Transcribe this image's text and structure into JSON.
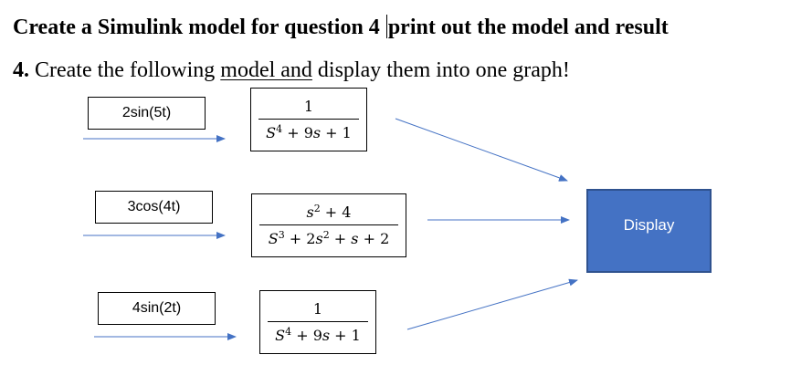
{
  "heading": {
    "part1": "Create a Simulink model for question 4",
    "part2": "print out the model and result"
  },
  "question": {
    "number": "4.",
    "text_pre": " Create the following ",
    "text_underlined": "model and",
    "text_post": " display them into one graph!"
  },
  "sources": [
    {
      "label": "2sin(5t)"
    },
    {
      "label": "3cos(4t)"
    },
    {
      "label": "4sin(2t)"
    }
  ],
  "transfer_functions": [
    {
      "numerator": "1",
      "denominator": {
        "t1": "S",
        "e1": "4",
        "t2": " + 9",
        "v2": "s",
        "t3": " + 1"
      }
    },
    {
      "numerator": {
        "v1": "s",
        "e1": "2",
        "t2": " + 4"
      },
      "denominator": {
        "t1": "S",
        "e1": "3",
        "t2": " + 2",
        "v2": "s",
        "e2": "2",
        "t3": " + ",
        "v3": "s",
        "t4": " + 2"
      }
    },
    {
      "numerator": "1",
      "denominator": {
        "t1": "S",
        "e1": "4",
        "t2": " + 9",
        "v2": "s",
        "t3": " + 1"
      }
    }
  ],
  "display": {
    "label": "Display"
  },
  "colors": {
    "arrow": "#4472c4",
    "display_fill": "#4472c4",
    "display_border": "#2f528f"
  }
}
